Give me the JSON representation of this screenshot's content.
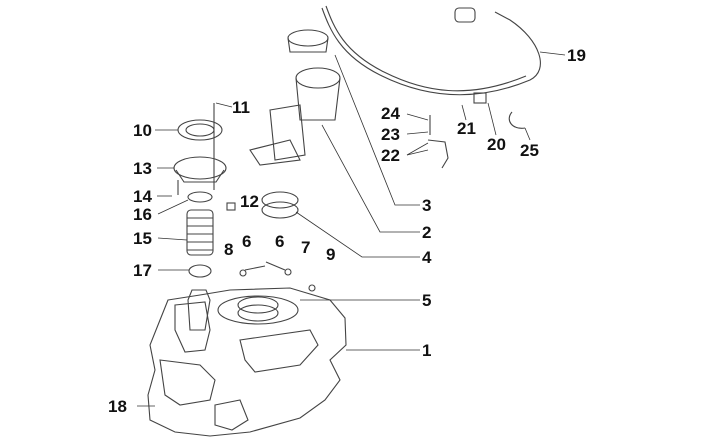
{
  "diagram": {
    "title": "Fuel tank assembly exploded view",
    "callouts": [
      {
        "id": "1",
        "label": "1",
        "part": "fuel-tank"
      },
      {
        "id": "2",
        "label": "2",
        "part": "fuel-pump"
      },
      {
        "id": "3",
        "label": "3",
        "part": "pump-ring-nut"
      },
      {
        "id": "4",
        "label": "4",
        "part": "pump-gasket"
      },
      {
        "id": "5",
        "label": "5",
        "part": "tank-neck"
      },
      {
        "id": "6a",
        "label": "6",
        "part": "bolt"
      },
      {
        "id": "6b",
        "label": "6",
        "part": "bolt"
      },
      {
        "id": "7",
        "label": "7",
        "part": "washer"
      },
      {
        "id": "8",
        "label": "8",
        "part": "nut"
      },
      {
        "id": "9",
        "label": "9",
        "part": "nut"
      },
      {
        "id": "10",
        "label": "10",
        "part": "filler-ring"
      },
      {
        "id": "11",
        "label": "11",
        "part": "screw"
      },
      {
        "id": "12",
        "label": "12",
        "part": "clip"
      },
      {
        "id": "13",
        "label": "13",
        "part": "filler-neck-flange"
      },
      {
        "id": "14",
        "label": "14",
        "part": "screw"
      },
      {
        "id": "15",
        "label": "15",
        "part": "filler-hose"
      },
      {
        "id": "16",
        "label": "16",
        "part": "hose-clamp"
      },
      {
        "id": "17",
        "label": "17",
        "part": "hose-clamp"
      },
      {
        "id": "18",
        "label": "18",
        "part": "drain-clip"
      },
      {
        "id": "19",
        "label": "19",
        "part": "fuel-hose"
      },
      {
        "id": "20",
        "label": "20",
        "part": "hose-connector"
      },
      {
        "id": "21",
        "label": "21",
        "part": "hose-clip"
      },
      {
        "id": "22",
        "label": "22",
        "part": "bracket"
      },
      {
        "id": "23",
        "label": "23",
        "part": "washer"
      },
      {
        "id": "24",
        "label": "24",
        "part": "bolt"
      },
      {
        "id": "25",
        "label": "25",
        "part": "hose-clamp"
      }
    ]
  }
}
